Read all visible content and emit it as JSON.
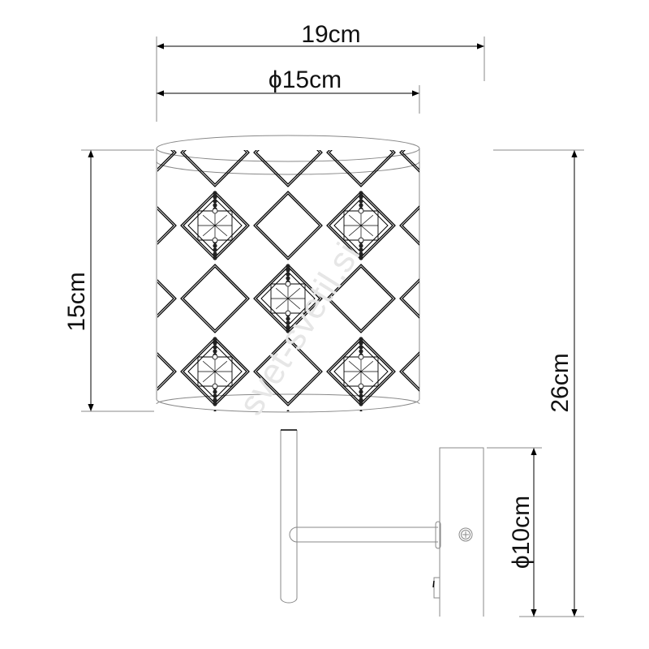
{
  "dimensions": {
    "overall_width": "19cm",
    "shade_diameter": "ϕ15cm",
    "shade_height": "15cm",
    "overall_height": "26cm",
    "backplate_diameter": "ϕ10cm"
  },
  "watermark": "svet-svetil.si",
  "pattern": {
    "crystal_positions": [
      [
        0,
        0
      ],
      [
        2,
        0
      ],
      [
        1,
        1
      ],
      [
        0,
        2
      ],
      [
        2,
        2
      ]
    ],
    "grid_columns": 3,
    "grid_rows": 3
  }
}
